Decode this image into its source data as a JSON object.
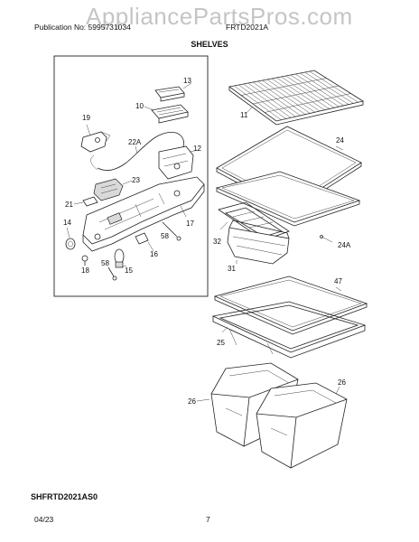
{
  "header": {
    "publication": "Publication No: 5995731034",
    "model": "FRTD2021A",
    "watermark": "AppliancePartsPros.com"
  },
  "title": "SHELVES",
  "diagram_code": "SHFRTD2021AS0",
  "footer": {
    "date": "04/23",
    "page": "7"
  },
  "callouts": {
    "c13": "13",
    "c10": "10",
    "c19": "19",
    "c22a": "22A",
    "c12": "12",
    "c23": "23",
    "c21": "21",
    "c14": "14",
    "c17": "17",
    "c58a": "58",
    "c16": "16",
    "c18": "18",
    "c58b": "58",
    "c15": "15",
    "c11": "11",
    "c24": "24",
    "c32": "32",
    "c24a": "24A",
    "c31": "31",
    "c47": "47",
    "c25": "25",
    "c26a": "26",
    "c26b": "26"
  }
}
